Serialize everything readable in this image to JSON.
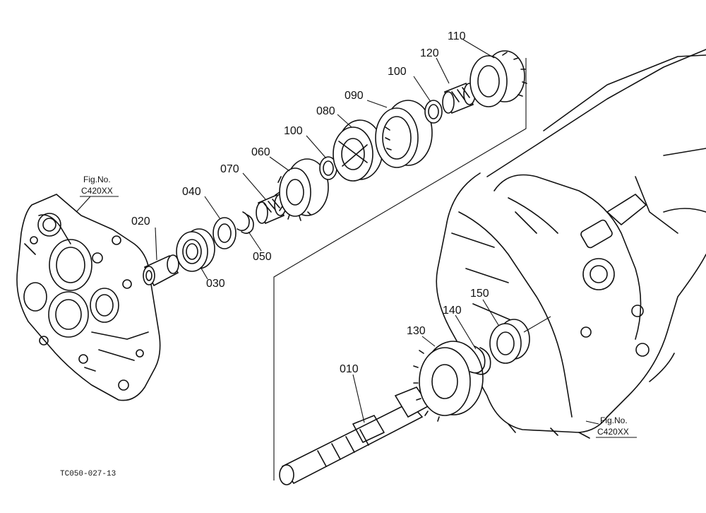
{
  "callouts": {
    "p010": "010",
    "p020": "020",
    "p030": "030",
    "p040": "040",
    "p050": "050",
    "p060": "060",
    "p070": "070",
    "p080": "080",
    "p090": "090",
    "p100a": "100",
    "p100b": "100",
    "p110": "110",
    "p120": "120",
    "p130": "130",
    "p140": "140",
    "p150": "150"
  },
  "figure_refs": {
    "left": {
      "line1": "Fig.No.",
      "line2": "C420XX"
    },
    "right": {
      "line1": "Fig.No.",
      "line2": "C420XX"
    }
  },
  "diagram_code": "TC050-027-13"
}
